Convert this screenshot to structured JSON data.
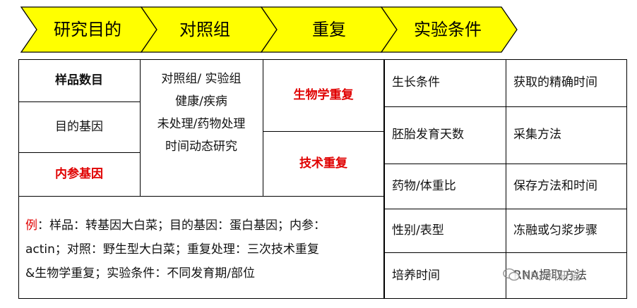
{
  "header": {
    "steps": [
      "研究目的",
      "对照组",
      "重复",
      "实验条件"
    ]
  },
  "left_table": {
    "sample_count": "样品数目",
    "target_gene": "目的基因",
    "reference_gene": "内参基因"
  },
  "control_group": {
    "items": [
      "对照组/ 实验组",
      "健康/疾病",
      "未处理/药物处理",
      "时间动态研究"
    ]
  },
  "repeats": {
    "biological": "生物学重复",
    "technical": "技术重复"
  },
  "example": {
    "marker": "例",
    "lines": [
      "：样品：转基因大白菜；目的基因：蛋白基因；内参：",
      "actin；对照：野生型大白菜；重复处理：三次技术重复",
      "&生物学重复；实验条件：不同发育期/部位"
    ]
  },
  "conditions": {
    "col1": [
      "生长条件",
      "胚胎发育天数",
      "药物/体重比",
      "性别/表型",
      "培养时间"
    ],
    "col2": [
      "获取的精确时间",
      "采集方法",
      "保存方法和时间",
      "冻融或匀浆步骤",
      "RNA提取方法"
    ]
  },
  "watermark": {
    "text": "RNA科研猫"
  },
  "colors": {
    "chevron_fill": "#ffff00",
    "highlight_text": "#e00000"
  }
}
